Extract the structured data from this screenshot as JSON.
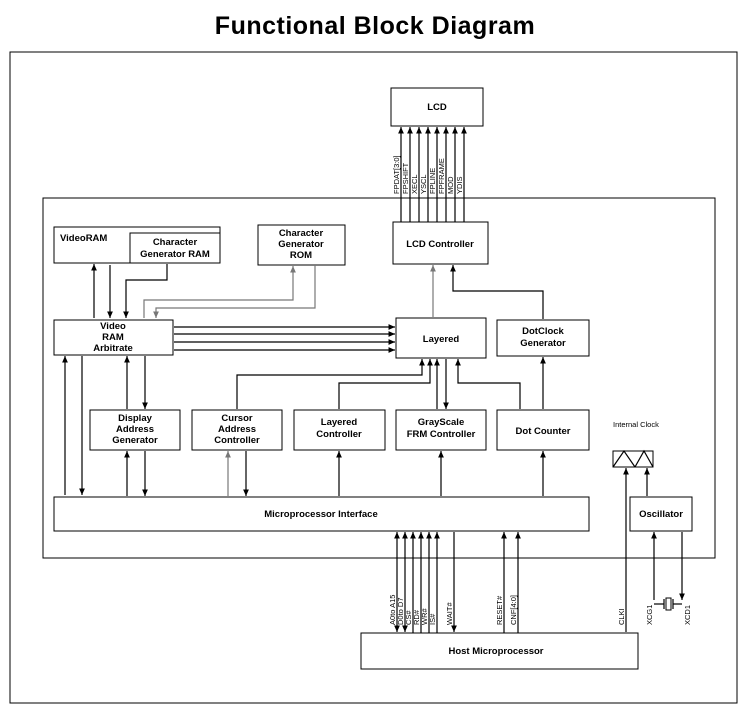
{
  "title": "Functional Block Diagram",
  "blocks": {
    "lcd": "LCD",
    "lcd_controller": "LCD Controller",
    "videoram": "VideoRAM",
    "char_gen_ram": [
      "Character",
      "Generator RAM"
    ],
    "char_gen_rom": [
      "Character",
      "Generator",
      "ROM"
    ],
    "video_ram_arbitrate": [
      "Video",
      "RAM",
      "Arbitrate"
    ],
    "layered": "Layered",
    "dotclock_generator": [
      "DotClock",
      "Generator"
    ],
    "display_address_generator": [
      "Display",
      "Address",
      "Generator"
    ],
    "cursor_address_controller": [
      "Cursor",
      "Address",
      "Controller"
    ],
    "layered_controller": [
      "Layered",
      "Controller"
    ],
    "grayscale_frm_controller": [
      "GrayScale",
      "FRM Controller"
    ],
    "dot_counter": "Dot Counter",
    "internal_clock": "Internal Clock",
    "microprocessor_interface": "Microprocessor Interface",
    "oscillator": "Oscillator",
    "host_microprocessor": "Host Microprocessor"
  },
  "lcd_signals": [
    "FPDAT[3:0]",
    "FPSHIFT",
    "XECL",
    "YSCL",
    "FPLINE",
    "FPFRAME",
    "MOD",
    "YDIS"
  ],
  "host_signals": [
    "A0to A15",
    "D0to D7",
    "CS#",
    "RD#",
    "WR#",
    "IS#",
    "WAIT#"
  ],
  "reset_signals": [
    "RESET#",
    "CNF[4:0]"
  ],
  "clock_signals": {
    "clki": "CLKI",
    "xcg1": "XCG1",
    "xcd1": "XCD1"
  }
}
